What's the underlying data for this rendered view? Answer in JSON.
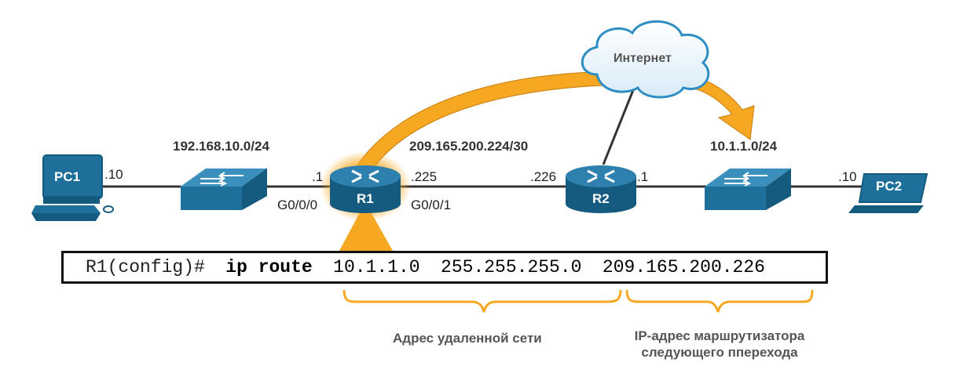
{
  "networks": {
    "lan1": "192.168.10.0/24",
    "wan": "209.165.200.224/30",
    "lan2": "10.1.1.0/24"
  },
  "cloud": {
    "label": "Интернет"
  },
  "devices": {
    "pc1": "PC1",
    "pc2": "PC2",
    "r1": "R1",
    "r2": "R2"
  },
  "interfaces": {
    "pc1_addr": ".10",
    "r1_lan_addr": ".1",
    "r1_lan_port": "G0/0/0",
    "r1_wan_addr": ".225",
    "r1_wan_port": "G0/0/1",
    "r2_wan_addr": ".226",
    "r2_lan_addr": ".1",
    "pc2_addr": ".10"
  },
  "command": {
    "prompt": "R1(config)#",
    "keyword": "ip route",
    "network": "10.1.1.0",
    "mask": "255.255.255.0",
    "next_hop": "209.165.200.226"
  },
  "captions": {
    "remote_network": "Адрес удаленной сети",
    "next_hop_line1": "IP-адрес маршрутизатора",
    "next_hop_line2": "следующего пперехода"
  },
  "colors": {
    "highlight_orange": "#F7A823",
    "device_blue": "#1E6F9A",
    "device_dark": "#155A7F",
    "cloud_outline": "#2E8EC4"
  }
}
